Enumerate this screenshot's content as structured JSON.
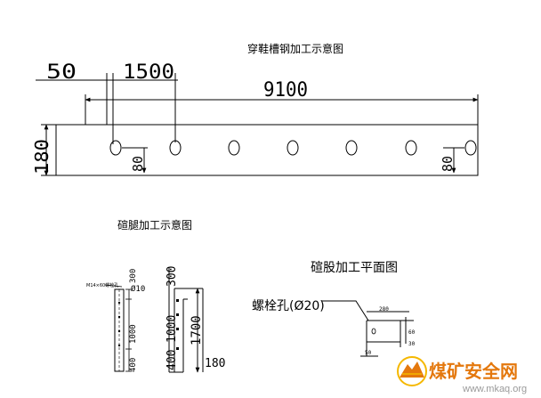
{
  "top_plan": {
    "title": "穿鞋槽钢加工示意图",
    "dim_left": "50",
    "dim_spacing": "1500",
    "dim_total": "9100",
    "dim_height": "180",
    "dim_edge_left": "80",
    "dim_edge_right": "80"
  },
  "side_view": {
    "title": "碹腿加工示意图",
    "note": "M14×60螺栓孔",
    "dim_hole_dia": "Ø10",
    "dim_top": "300",
    "dim_mid": "1000",
    "dim_bottom": "400"
  },
  "elevation": {
    "dim_top": "300",
    "dim_mid": "1000",
    "dim_bottom": "400",
    "dim_overall": "1700",
    "dim_width": "180"
  },
  "plan_detail": {
    "title": "碹股加工平面图",
    "bolt_label": "螺栓孔(Ø20)",
    "dim_length": "280",
    "dim_height1": "60",
    "dim_height2": "30",
    "dim_bottom": "50"
  },
  "watermark": {
    "cn_text": "煤矿安全网",
    "url": "www.mkaq.org",
    "colors": {
      "orange": "#e4780d",
      "yellow": "#f5b800",
      "gray": "#9a9a9a"
    }
  }
}
